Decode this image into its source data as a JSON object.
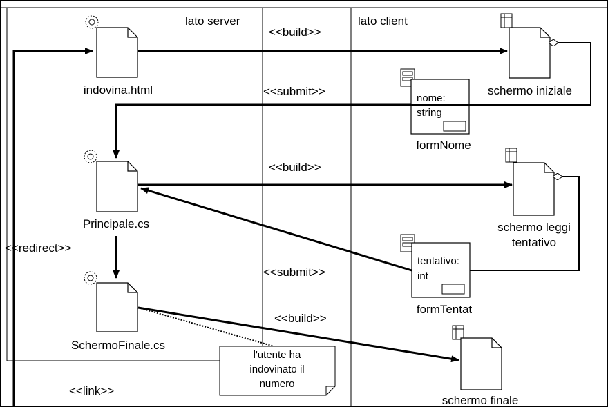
{
  "lanes": {
    "server": "lato server",
    "client": "lato client"
  },
  "server_pages": [
    {
      "id": "indovina",
      "label": "indovina.html"
    },
    {
      "id": "principale",
      "label": "Principale.cs"
    },
    {
      "id": "schermofinale",
      "label": "SchermoFinale.cs"
    }
  ],
  "client_pages": [
    {
      "id": "iniziale",
      "label": "schermo iniziale"
    },
    {
      "id": "leggi",
      "label_line1": "schermo leggi",
      "label_line2": "tentativo"
    },
    {
      "id": "finale",
      "label": "schermo finale"
    }
  ],
  "forms": [
    {
      "id": "formnome",
      "label": "formNome",
      "field_line1": "nome:",
      "field_line2": "string"
    },
    {
      "id": "formtentat",
      "label": "formTentat",
      "field_line1": "tentativo:",
      "field_line2": "int"
    }
  ],
  "stereotypes": {
    "build_1": "<<build>>",
    "submit_1": "<<submit>>",
    "build_2": "<<build>>",
    "redirect": "<<redirect>>",
    "submit_2": "<<submit>>",
    "build_3": "<<build>>",
    "link": "<<link>>"
  },
  "note": {
    "line1": "l'utente ha",
    "line2": "indovinato il",
    "line3": "numero"
  }
}
